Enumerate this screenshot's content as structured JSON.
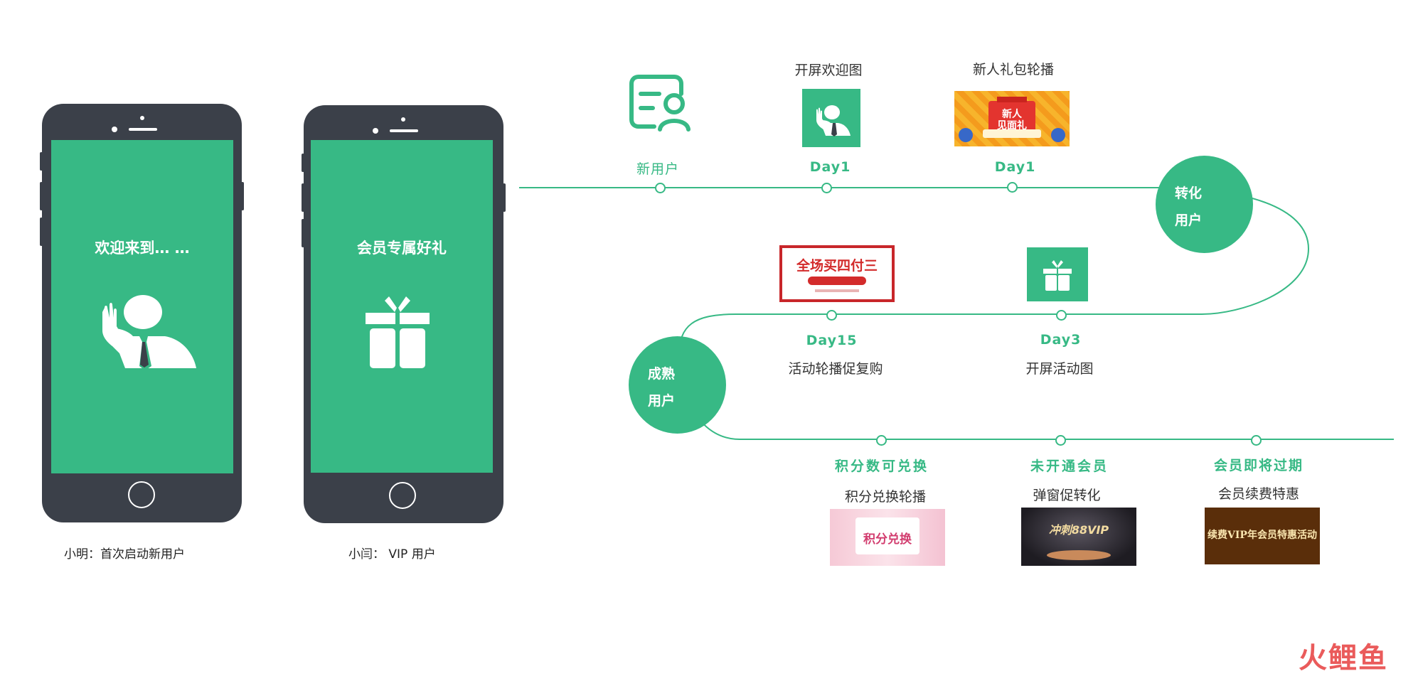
{
  "phones": [
    {
      "screen_title": "欢迎来到… …",
      "caption": "小明：首次启动新用户"
    },
    {
      "screen_title": "会员专属好礼",
      "caption": "小闫：  VIP 用户"
    }
  ],
  "timeline": {
    "start_node": {
      "label": "新用户"
    },
    "row1": [
      {
        "day": "Day1",
        "title": "开屏欢迎图"
      },
      {
        "day": "Day1",
        "title": "新人礼包轮播",
        "banner_line1": "新人",
        "banner_line2": "见面礼"
      }
    ],
    "stage_convert": {
      "line1": "转化",
      "line2": "用户"
    },
    "row2": [
      {
        "day": "Day15",
        "title": "活动轮播促复购",
        "banner_text": "全场买四付三"
      },
      {
        "day": "Day3",
        "title": "开屏活动图"
      }
    ],
    "stage_mature": {
      "line1": "成熟",
      "line2": "用户"
    },
    "row3": [
      {
        "tag": "积分数可兑换",
        "title": "积分兑换轮播",
        "banner_text": "积分兑换"
      },
      {
        "tag": "未开通会员",
        "title": "弹窗促转化",
        "banner_text": "冲刺88VIP"
      },
      {
        "tag": "会员即将过期",
        "title": "会员续费特惠",
        "banner_text": "续费VIP年会员特惠活动"
      }
    ]
  },
  "watermark": {
    "text": "火鲤鱼"
  },
  "colors": {
    "accent": "#37b985",
    "phone_body": "#3b4049",
    "watermark": "#e84a4a"
  }
}
